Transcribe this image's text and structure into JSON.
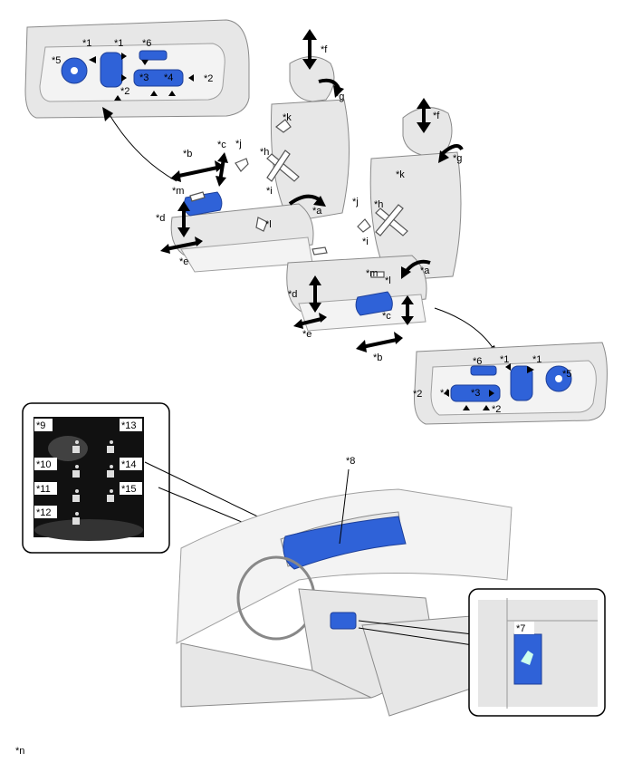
{
  "labels": {
    "n1": "*1",
    "n2": "*2",
    "n3": "*3",
    "n4": "*4",
    "n5": "*5",
    "n6": "*6",
    "n7": "*7",
    "n8": "*8",
    "n9": "*9",
    "n10": "*10",
    "n11": "*11",
    "n12": "*12",
    "n13": "*13",
    "n14": "*14",
    "n15": "*15",
    "a": "*a",
    "b": "*b",
    "c": "*c",
    "d": "*d",
    "e": "*e",
    "f": "*f",
    "g": "*g",
    "h": "*h",
    "i": "*i",
    "j": "*j",
    "k": "*k",
    "l": "*l",
    "m": "*m"
  },
  "footnote": "*n",
  "colors": {
    "switch_blue": "#2f62d8",
    "panel_gray": "#e7e7e7",
    "display_bg": "#111111"
  }
}
